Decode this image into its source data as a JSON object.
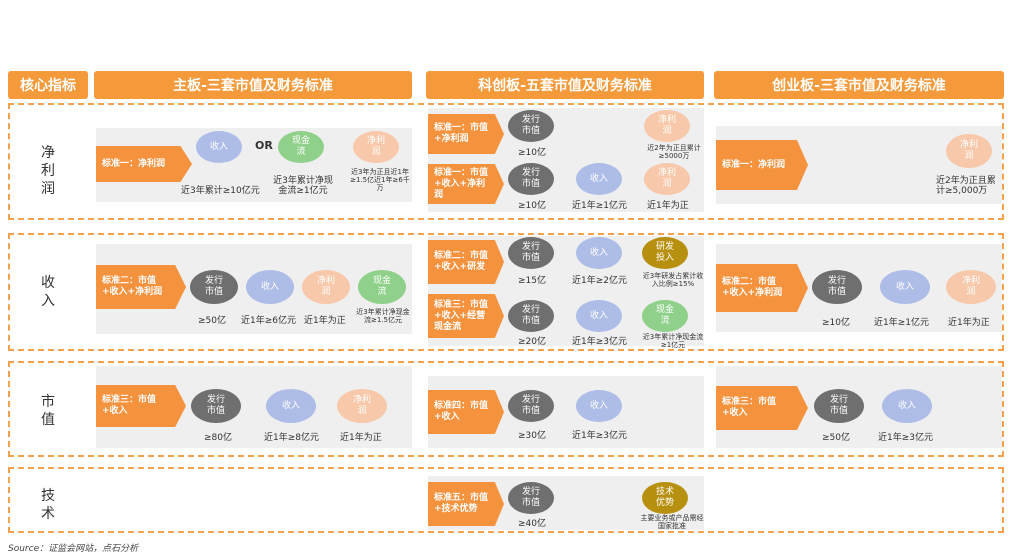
{
  "headers": {
    "indicator": "核心指标",
    "main": "主板-三套市值及财务标准",
    "star": "科创板-五套市值及财务标准",
    "gem": "创业板-三套市值及财务标准"
  },
  "rows": {
    "profit": [
      "净",
      "利",
      "润"
    ],
    "revenue": [
      "收",
      "入"
    ],
    "marketcap": [
      "市",
      "值"
    ],
    "tech": [
      "技",
      "术"
    ]
  },
  "main_board": {
    "s1": {
      "tag": "标准一：净利润",
      "revenue_label": "收入",
      "or": "OR",
      "cashflow_label": "现金流",
      "profit_label": "净利润",
      "cap_a": "近3年累计≥10亿元",
      "cap_b": "近3年累计净现金流≥1亿元",
      "cap_c": "近3年为正且近1年≥1.5亿近1年≥6千万"
    },
    "s2": {
      "tag": "标准二：市值+收入+净利润",
      "mc_label": "发行市值",
      "revenue_label": "收入",
      "profit_label": "净利润",
      "cashflow_label": "现金流",
      "cap_mc": "≥50亿",
      "cap_rev": "近1年≥6亿元",
      "cap_profit": "近1年为正",
      "cap_cf": "近3年累计净现金流≥1.5亿元"
    },
    "s3": {
      "tag": "标准三：市值+收入",
      "mc_label": "发行市值",
      "revenue_label": "收入",
      "profit_label": "净利润",
      "cap_mc": "≥80亿",
      "cap_rev": "近1年≥8亿元",
      "cap_profit": "近1年为正"
    }
  },
  "star_board": {
    "s1": {
      "tag": "标准一：市值+净利润",
      "mc_label": "发行市值",
      "profit_label": "净利润",
      "cap_mc": "≥10亿",
      "cap_profit": "近2年为正且累计≥5000万"
    },
    "s1b": {
      "tag": "标准一：市值+收入+净利润",
      "mc_label": "发行市值",
      "revenue_label": "收入",
      "profit_label": "净利润",
      "cap_mc": "≥10亿",
      "cap_rev": "近1年≥1亿元",
      "cap_profit": "近1年为正"
    },
    "s2": {
      "tag": "标准二：市值+收入+研发",
      "mc_label": "发行市值",
      "revenue_label": "收入",
      "rd_label": "研发投入",
      "cap_mc": "≥15亿",
      "cap_rev": "近1年≥2亿元",
      "cap_rd": "近3年研发占累计收入比例≥15%"
    },
    "s3": {
      "tag": "标准三：市值+收入+经营现金流",
      "mc_label": "发行市值",
      "revenue_label": "收入",
      "cashflow_label": "现金流",
      "cap_mc": "≥20亿",
      "cap_rev": "近1年≥3亿元",
      "cap_cf": "近3年累计净现金流≥1亿元"
    },
    "s4": {
      "tag": "标准四：市值+收入",
      "mc_label": "发行市值",
      "revenue_label": "收入",
      "cap_mc": "≥30亿",
      "cap_rev": "近1年≥3亿元"
    },
    "s5": {
      "tag": "标准五：市值+技术优势",
      "mc_label": "发行市值",
      "tech_label": "技术优势",
      "cap_mc": "≥40亿",
      "cap_tech": "主要业务或产品需经国家批准"
    }
  },
  "gem_board": {
    "s1": {
      "tag": "标准一：净利润",
      "profit_label": "净利润",
      "cap_profit": "近2年为正且累计≥5,000万"
    },
    "s2": {
      "tag": "标准二：市值+收入+净利润",
      "mc_label": "发行市值",
      "revenue_label": "收入",
      "profit_label": "净利润",
      "cap_mc": "≥10亿",
      "cap_rev": "近1年≥1亿元",
      "cap_profit": "近1年为正"
    },
    "s3": {
      "tag": "标准三：市值+收入",
      "mc_label": "发行市值",
      "revenue_label": "收入",
      "cap_mc": "≥50亿",
      "cap_rev": "近1年≥3亿元"
    }
  },
  "source": "Source：证监会网站，点石分析"
}
